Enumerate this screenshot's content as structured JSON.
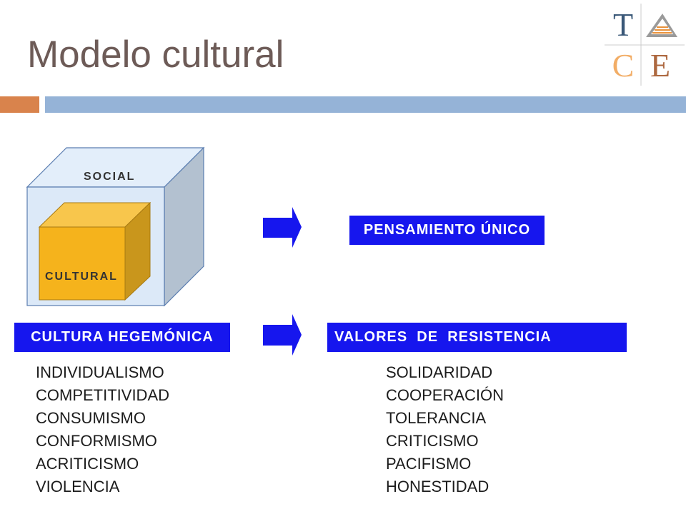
{
  "slide": {
    "title": "Modelo cultural"
  },
  "logo": {
    "top_left_letter": "T",
    "bottom_left_letter": "C",
    "bottom_right_letter": "E",
    "top_right_icon": "triangle-logo-icon"
  },
  "diagram": {
    "outer_cube_label": "SOCIAL",
    "inner_cube_label": "CULTURAL",
    "arrow_icon": "right-arrow-icon"
  },
  "boxes": {
    "pensamiento_unico": "PENSAMIENTO ÚNICO",
    "cultura_hegemonica": "CULTURA HEGEMÓNICA",
    "valores_resistencia": "VALORES  DE  RESISTENCIA"
  },
  "lists": {
    "hegemonic_values": [
      "INDIVIDUALISMO",
      "COMPETITIVIDAD",
      "CONSUMISMO",
      "CONFORMISMO",
      "ACRITICISMO",
      "VIOLENCIA"
    ],
    "resistance_values": [
      "SOLIDARIDAD",
      "COOPERACIÓN",
      "TOLERANCIA",
      "CRITICISMO",
      "PACIFISMO",
      "HONESTIDAD"
    ]
  },
  "colors": {
    "title": "#6d5b57",
    "accent_orange": "#d9834c",
    "accent_blue": "#95b3d7",
    "box_blue": "#1616ee",
    "outer_cube_front": "#dce9f8",
    "outer_cube_top": "#e3eefa",
    "outer_cube_side": "#b3c1d0",
    "inner_cube_front": "#f5b31c",
    "inner_cube_top": "#f8c64c",
    "inner_cube_side": "#c9961c",
    "logo_t": "#3a5878",
    "logo_c": "#f2ad66",
    "logo_e": "#ad683f"
  }
}
